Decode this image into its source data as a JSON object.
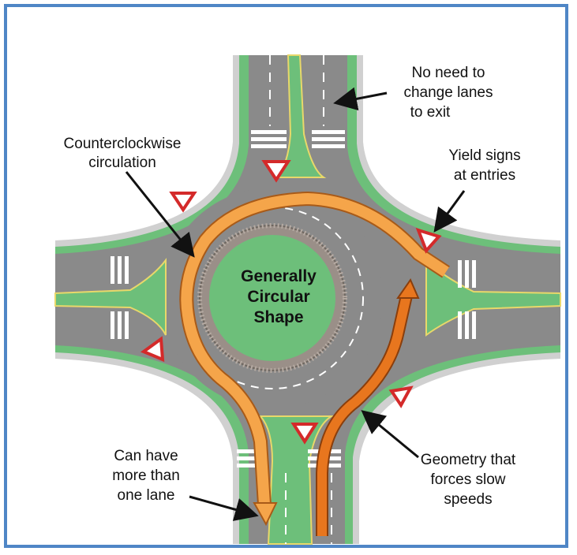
{
  "labels": {
    "counterclockwise": [
      "Counterclockwise",
      "circulation"
    ],
    "no_need": [
      "No need to",
      "change lanes",
      "to exit"
    ],
    "yield": [
      "Yield signs",
      "at entries"
    ],
    "center": [
      "Generally",
      "Circular",
      "Shape"
    ],
    "more_lanes": [
      "Can have",
      "more than",
      "one lane"
    ],
    "geometry": [
      "Geometry that",
      "forces slow",
      "speeds"
    ]
  },
  "colors": {
    "frame": "#4f86c6",
    "road": "#8a8a8a",
    "grass": "#6dbf7a",
    "curb": "#cfcfcf",
    "orange_light": "#f5a54a",
    "orange_dark": "#e8761e",
    "yield_red": "#d42a2a"
  }
}
